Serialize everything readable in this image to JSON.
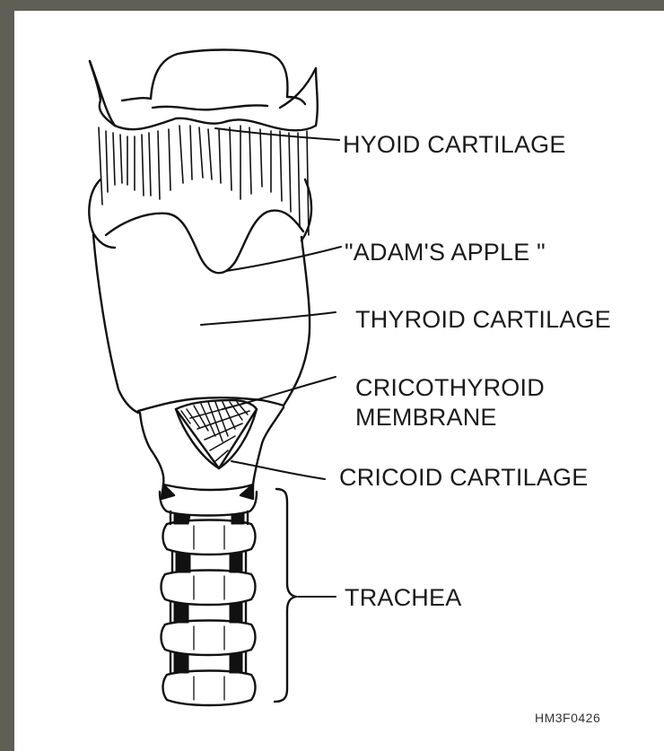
{
  "figure": {
    "labels": {
      "hyoid": "HYOID CARTILAGE",
      "adams_apple": "\"ADAM'S APPLE \"",
      "thyroid": "THYROID CARTILAGE",
      "cricothyroid_line1": "CRICOTHYROID",
      "cricothyroid_line2": "MEMBRANE",
      "cricoid": "CRICOID CARTILAGE",
      "trachea": "TRACHEA"
    },
    "figure_code": "HM3F0426"
  }
}
